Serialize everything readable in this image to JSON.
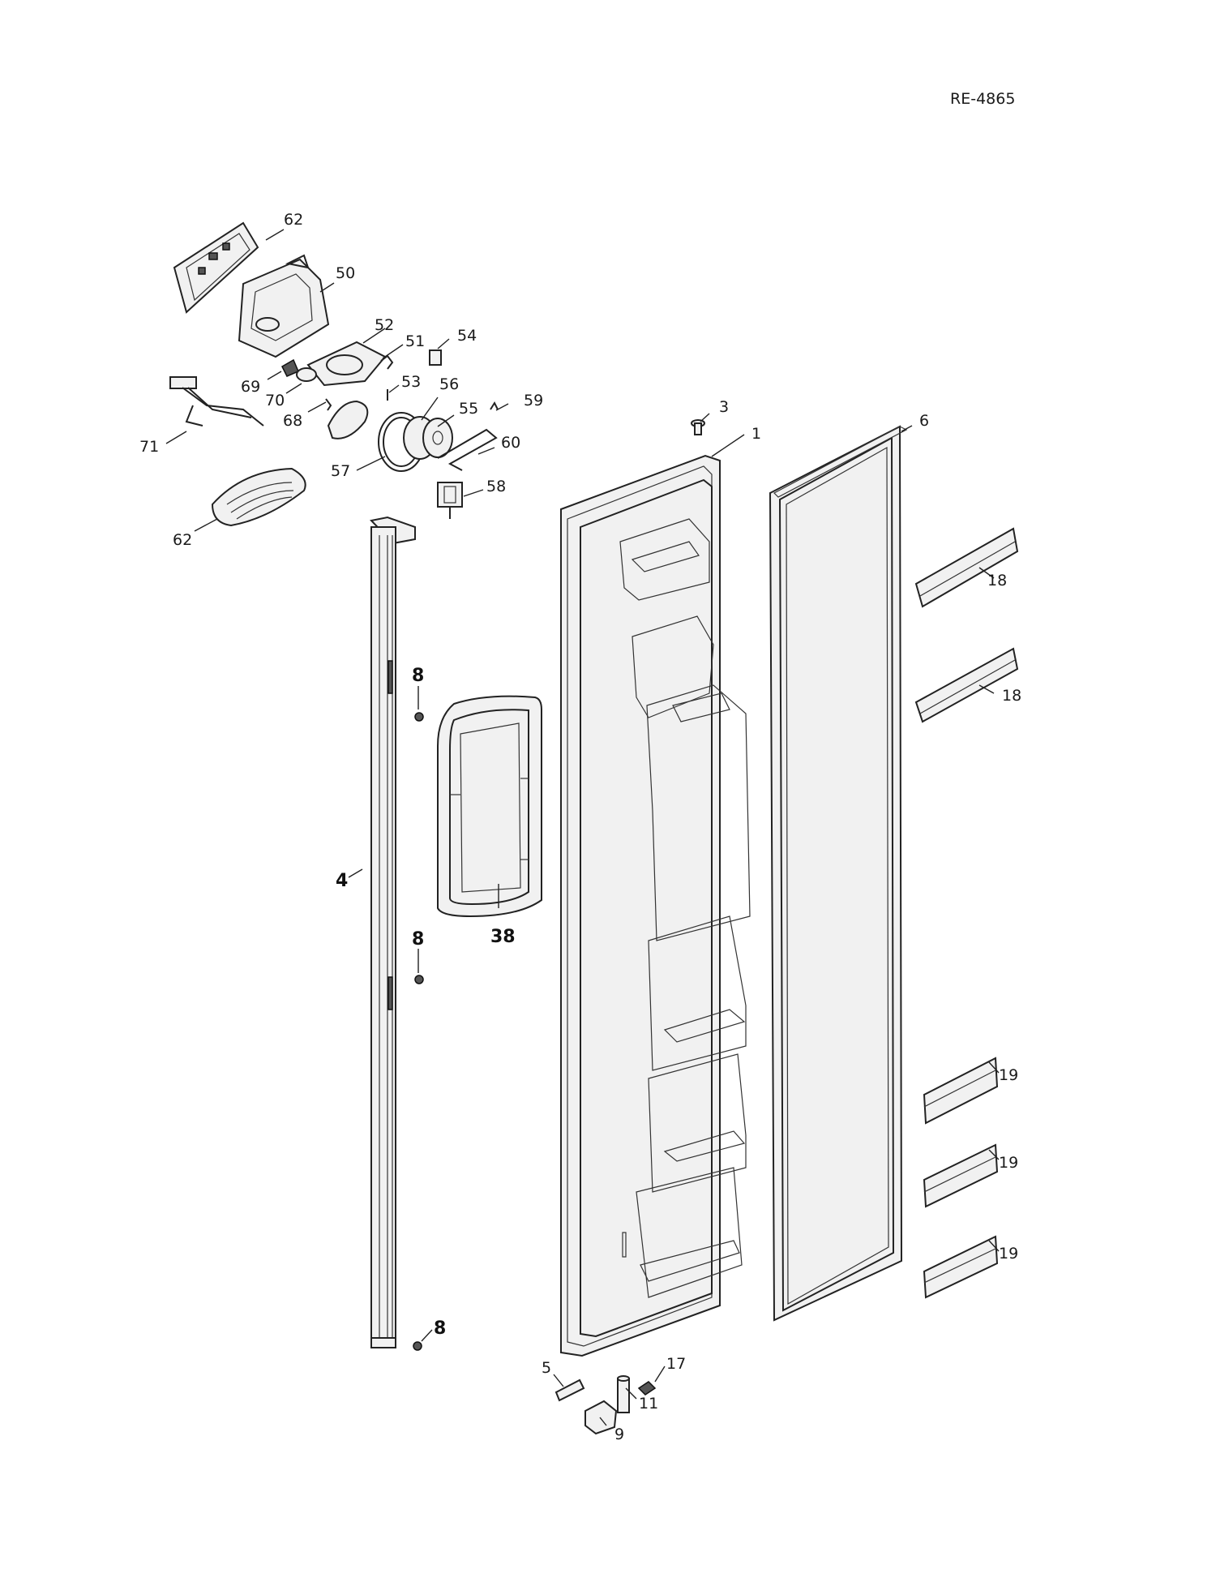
{
  "diagram": {
    "reference_code": "RE-4865",
    "callouts": [
      {
        "id": "c62a",
        "text": "62",
        "bold": false
      },
      {
        "id": "c50",
        "text": "50",
        "bold": false
      },
      {
        "id": "c52",
        "text": "52",
        "bold": false
      },
      {
        "id": "c51",
        "text": "51",
        "bold": false
      },
      {
        "id": "c54",
        "text": "54",
        "bold": false
      },
      {
        "id": "c69",
        "text": "69",
        "bold": false
      },
      {
        "id": "c70",
        "text": "70",
        "bold": false
      },
      {
        "id": "c53",
        "text": "53",
        "bold": false
      },
      {
        "id": "c56",
        "text": "56",
        "bold": false
      },
      {
        "id": "c68",
        "text": "68",
        "bold": false
      },
      {
        "id": "c55",
        "text": "55",
        "bold": false
      },
      {
        "id": "c59",
        "text": "59",
        "bold": false
      },
      {
        "id": "c71",
        "text": "71",
        "bold": false
      },
      {
        "id": "c60",
        "text": "60",
        "bold": false
      },
      {
        "id": "c57",
        "text": "57",
        "bold": false
      },
      {
        "id": "c58",
        "text": "58",
        "bold": false
      },
      {
        "id": "c62b",
        "text": "62",
        "bold": false
      },
      {
        "id": "c3",
        "text": "3",
        "bold": false
      },
      {
        "id": "c1",
        "text": "1",
        "bold": false
      },
      {
        "id": "c6",
        "text": "6",
        "bold": false
      },
      {
        "id": "c18a",
        "text": "18",
        "bold": false
      },
      {
        "id": "c18b",
        "text": "18",
        "bold": false
      },
      {
        "id": "c8a",
        "text": "8",
        "bold": true
      },
      {
        "id": "c4",
        "text": "4",
        "bold": true
      },
      {
        "id": "c38",
        "text": "38",
        "bold": true
      },
      {
        "id": "c8b",
        "text": "8",
        "bold": true
      },
      {
        "id": "c19a",
        "text": "19",
        "bold": false
      },
      {
        "id": "c19b",
        "text": "19",
        "bold": false
      },
      {
        "id": "c19c",
        "text": "19",
        "bold": false
      },
      {
        "id": "c8c",
        "text": "8",
        "bold": true
      },
      {
        "id": "c5",
        "text": "5",
        "bold": false
      },
      {
        "id": "c17",
        "text": "17",
        "bold": false
      },
      {
        "id": "c11",
        "text": "11",
        "bold": false
      },
      {
        "id": "c9",
        "text": "9",
        "bold": false
      }
    ]
  }
}
